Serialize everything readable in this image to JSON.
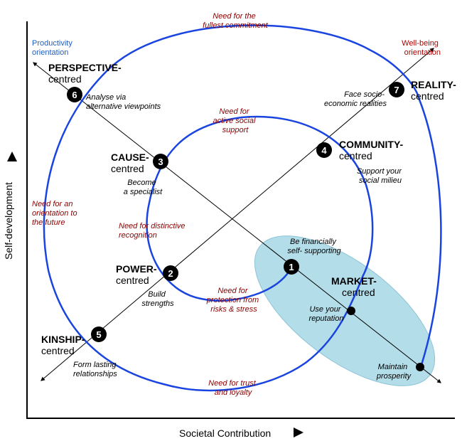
{
  "axes": {
    "x_label": "Societal Contribution",
    "y_label": "Self-development"
  },
  "orientations": {
    "productivity": [
      "Productivity",
      "orientation"
    ],
    "wellbeing": [
      "Well-being",
      "orientation"
    ]
  },
  "stages": [
    {
      "num": "1",
      "label": "",
      "action": [
        "Be financially",
        "self- supporting"
      ]
    },
    {
      "num": "2",
      "label": "POWER-",
      "sub": "centred",
      "action": [
        "Build",
        "strengths"
      ]
    },
    {
      "num": "3",
      "label": "CAUSE-",
      "sub": "centred",
      "action": [
        "Become",
        "a specialist"
      ]
    },
    {
      "num": "4",
      "label": "COMMUNITY-",
      "sub": "centred",
      "action": [
        "Support your",
        "social milieu"
      ]
    },
    {
      "num": "5",
      "label": "KINSHIP-",
      "sub": "centred",
      "action": [
        "Form lasting",
        "relationships"
      ]
    },
    {
      "num": "6",
      "label": "PERSPECTIVE-",
      "sub": "centred",
      "action": [
        "Analyse via",
        "alternative viewpoints"
      ]
    },
    {
      "num": "7",
      "label": "REALITY-",
      "sub": "centred",
      "action": [
        "Face socio-",
        "economic realities"
      ]
    }
  ],
  "market": {
    "label": "MARKET-",
    "sub": "centred",
    "action_reputation": [
      "Use your",
      "reputation"
    ],
    "action_prosperity": [
      "Maintain",
      "prosperity"
    ]
  },
  "needs": {
    "fullest_commitment": [
      "Need for the",
      "fullest commitment"
    ],
    "active_social_support": [
      "Need for",
      "active social",
      "support"
    ],
    "orientation_future": [
      "Need for an",
      "orientation to",
      "the future"
    ],
    "distinctive_recognition": [
      "Need for distinctive",
      "recognition"
    ],
    "protection": [
      "Need for",
      "protection from",
      "risks & stress"
    ],
    "trust_loyalty": [
      "Need for trust",
      "and loyalty"
    ]
  },
  "colors": {
    "spiral": "#1a44e0",
    "need_text": "#8b0000",
    "ellipse_fill": "#add8e6",
    "productivity_text": "#1f5fbf",
    "wellbeing_text": "#b00000"
  }
}
